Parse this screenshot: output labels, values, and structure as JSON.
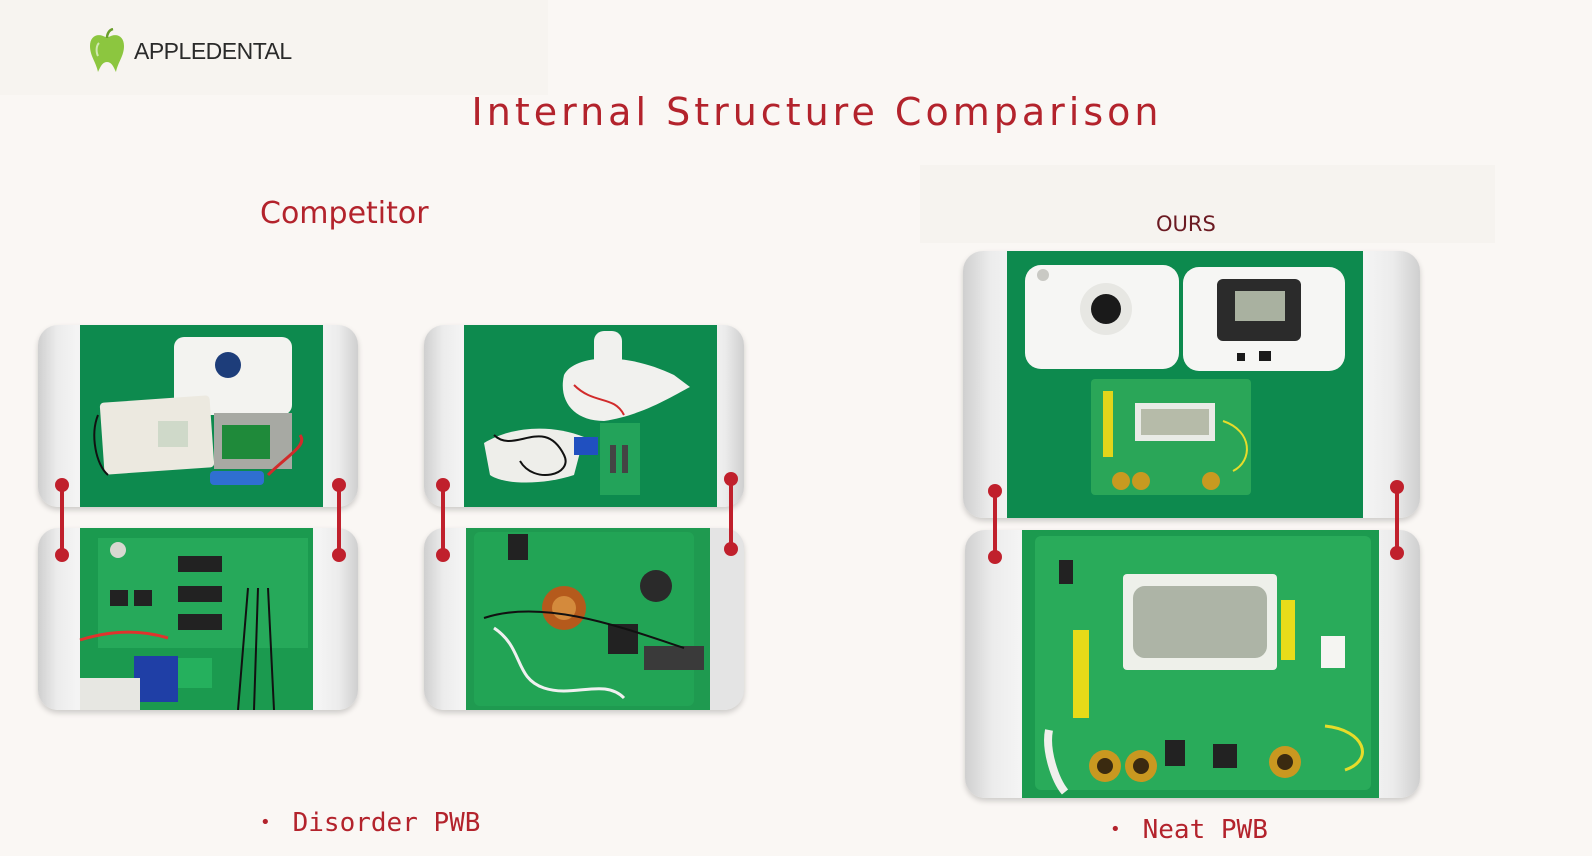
{
  "brand": {
    "name": "APPLEDENTAL",
    "logo_color": "#8cc63f"
  },
  "slide": {
    "title": "Internal Structure Comparison",
    "competitor_label": "Competitor",
    "ours_label": "OURS",
    "competitor_point": "Disorder PWB",
    "ours_point": "Neat PWB",
    "bullet": "•"
  },
  "colors": {
    "accent": "#b3232c",
    "board_green": "#0d8a4e",
    "background": "#faf7f4"
  },
  "photos": [
    {
      "name": "competitor-photo-1-open-housing"
    },
    {
      "name": "competitor-photo-1-board-closeup"
    },
    {
      "name": "competitor-photo-2-open-housing"
    },
    {
      "name": "competitor-photo-2-board-closeup"
    },
    {
      "name": "ours-photo-housings"
    },
    {
      "name": "ours-photo-board-closeup"
    }
  ]
}
